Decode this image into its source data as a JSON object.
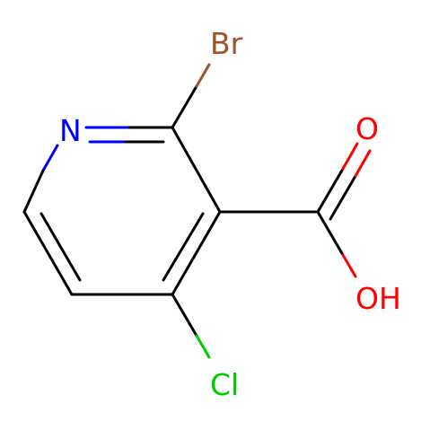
{
  "molecule": {
    "atoms": {
      "br": {
        "symbol": "Br",
        "color": "#a0522d"
      },
      "n": {
        "symbol": "N",
        "color": "#0000ff"
      },
      "o_carbonyl": {
        "symbol": "O",
        "color": "#ff0000"
      },
      "o_hydroxyl": {
        "symbol": "OH",
        "color": "#ff0000"
      },
      "cl": {
        "symbol": "Cl",
        "color": "#00cc00"
      }
    },
    "bond_color": "#000000"
  }
}
